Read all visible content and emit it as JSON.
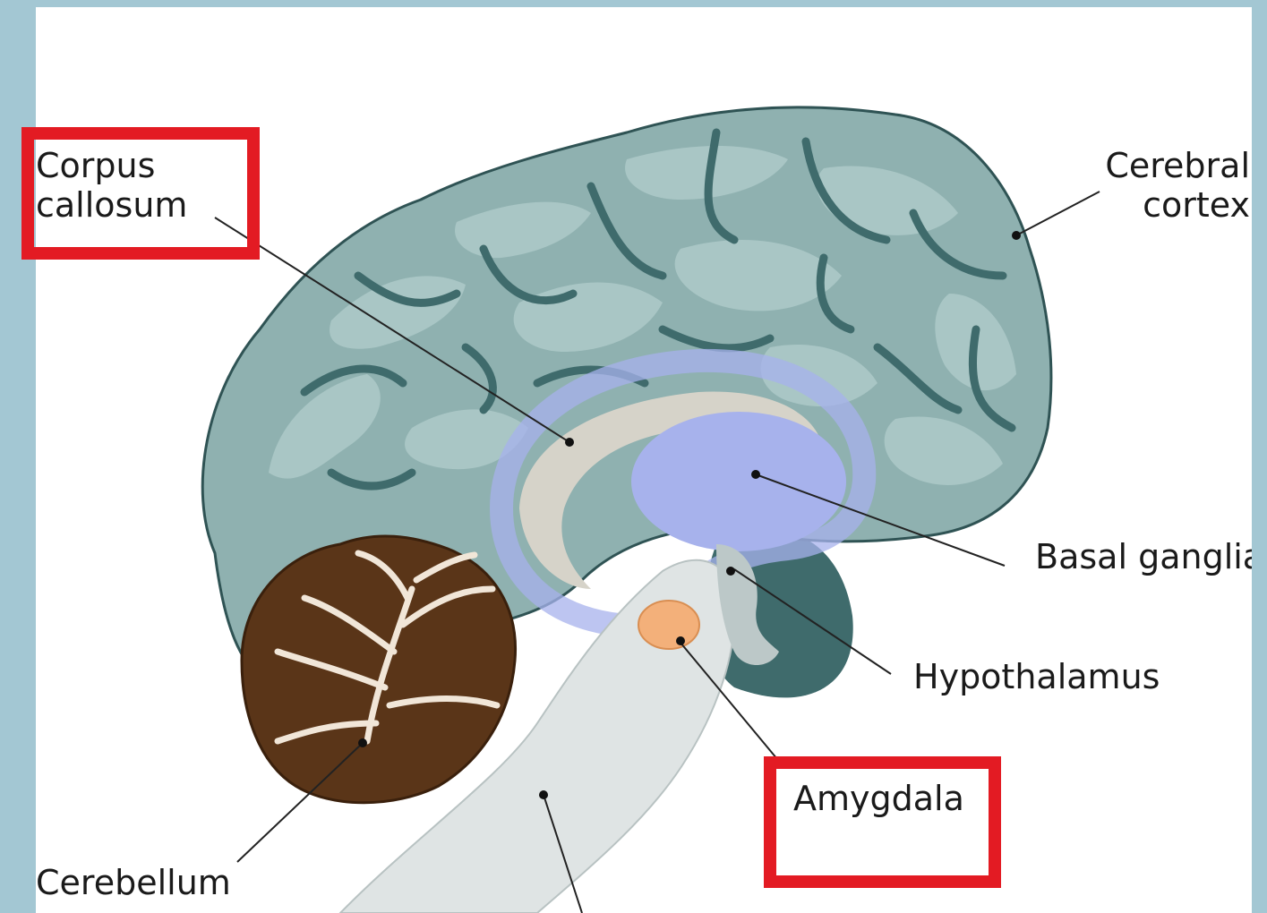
{
  "diagram": {
    "labels": {
      "corpus_callosum_line1": "Corpus",
      "corpus_callosum_line2": "callosum",
      "cerebral_cortex_line1": "Cerebral",
      "cerebral_cortex_line2": "cortex",
      "basal_ganglia": "Basal ganglia",
      "hypothalamus": "Hypothalamus",
      "amygdala": "Amygdala",
      "cerebellum": "Cerebellum"
    },
    "highlighted_labels": [
      "Corpus callosum",
      "Amygdala"
    ],
    "colors": {
      "frame": "#a3c7d3",
      "highlight_box": "#e31b23",
      "cortex": "#8fb1b0",
      "sulci": "#3f6b6c",
      "basal_ganglia": "#a7b2ec",
      "amygdala": "#f3b07a",
      "cerebellum": "#5a3518"
    }
  }
}
